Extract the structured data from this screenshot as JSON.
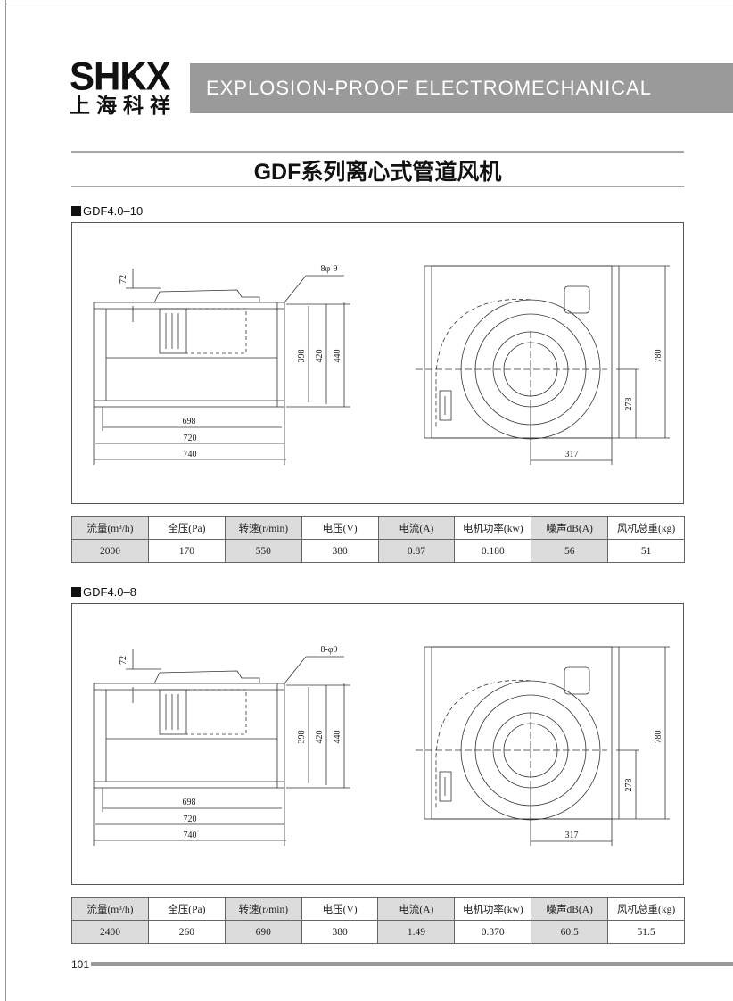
{
  "header": {
    "logo_en": "SHKX",
    "logo_cn": "上海科祥",
    "banner": "EXPLOSION-PROOF ELECTROMECHANICAL"
  },
  "title": "GDF系列离心式管道风机",
  "columns": [
    "流量(m³/h)",
    "全压(Pa)",
    "转速(r/min)",
    "电压(V)",
    "电流(A)",
    "电机功率(kw)",
    "噪声dB(A)",
    "风机总重(kg)"
  ],
  "models": [
    {
      "name": "GDF4.0–10",
      "dims": {
        "d72": "72",
        "holes": "8φ-9",
        "d398": "398",
        "d420": "420",
        "d440": "440",
        "d698": "698",
        "d720": "720",
        "d740": "740",
        "d780": "780",
        "d278": "278",
        "d317": "317"
      },
      "values": [
        "2000",
        "170",
        "550",
        "380",
        "0.87",
        "0.180",
        "56",
        "51"
      ]
    },
    {
      "name": "GDF4.0–8",
      "dims": {
        "d72": "72",
        "holes": "8-φ9",
        "d398": "398",
        "d420": "420",
        "d440": "440",
        "d698": "698",
        "d720": "720",
        "d740": "740",
        "d780": "780",
        "d278": "278",
        "d317": "317"
      },
      "values": [
        "2400",
        "260",
        "690",
        "380",
        "1.49",
        "0.370",
        "60.5",
        "51.5"
      ]
    }
  ],
  "footer": {
    "page": "101"
  }
}
